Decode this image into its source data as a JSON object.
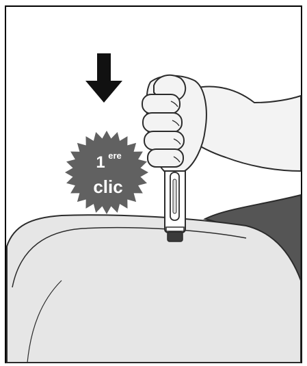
{
  "step_badge": {
    "number": "1",
    "superscript": "ere",
    "word": "clic"
  },
  "colors": {
    "frame": "#000000",
    "background": "#ffffff",
    "skin_fill": "#f3f3f3",
    "outline": "#2b2b2b",
    "body_fill": "#e6e6e6",
    "clothing_fill": "#555555",
    "badge_fill": "#616161",
    "arrow_fill": "#111111",
    "pen_fill": "#ffffff",
    "pen_cap": "#3a3a3a"
  },
  "icons": {
    "arrow": "down-arrow-icon",
    "badge": "starburst-badge"
  }
}
